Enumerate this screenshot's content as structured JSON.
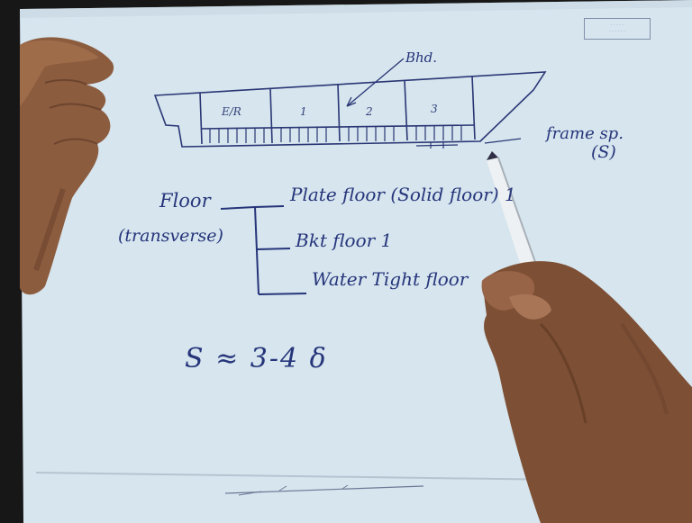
{
  "title": "",
  "labels": {
    "bulkhead": "Bhd.",
    "frame_spacing": "frame sp.",
    "frame_symbol": "(S)",
    "engine_room": "E/R",
    "compartment_1": "1",
    "compartment_2": "2",
    "compartment_3": "3"
  },
  "notes": {
    "floor": "Floor",
    "transverse": "(transverse)",
    "plate_floor": "Plate floor (Solid floor) 1",
    "bracket_floor": "Bkt floor 1",
    "watertight_floor": "Water Tight floor",
    "equation": "S ≈ 3-4 δ"
  },
  "colors": {
    "paper": "#d7e6ef",
    "ink": "#26357a",
    "skin": "#8a5a3c",
    "pen": "#e8ecef",
    "pen_tip": "#7b3fb8"
  },
  "icons": [
    "hand-left",
    "hand-right-with-pen"
  ]
}
